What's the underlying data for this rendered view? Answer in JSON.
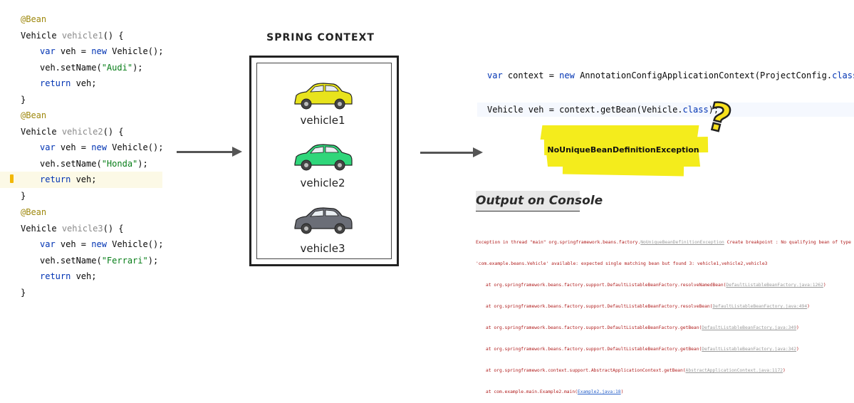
{
  "code_blocks": [
    {
      "annotation": "@Bean",
      "sig_type": "Vehicle",
      "method": "vehicle1",
      "sig_rest": "() {",
      "line_var_kw": "var",
      "line_var_mid": " veh = ",
      "line_var_new": "new",
      "line_var_end": " Vehicle();",
      "set_name_prefix": "veh.setName(",
      "set_name_value": "\"Audi\"",
      "set_name_suffix": ");",
      "return_kw": "return",
      "return_rest": " veh;",
      "close": "}"
    },
    {
      "annotation": "@Bean",
      "sig_type": "Vehicle",
      "method": "vehicle2",
      "sig_rest": "() {",
      "line_var_kw": "var",
      "line_var_mid": " veh = ",
      "line_var_new": "new",
      "line_var_end": " Vehicle();",
      "set_name_prefix": "veh.setName(",
      "set_name_value": "\"Honda\"",
      "set_name_suffix": ");",
      "return_kw": "return",
      "return_rest": " veh;",
      "close": "}"
    },
    {
      "annotation": "@Bean",
      "sig_type": "Vehicle",
      "method": "vehicle3",
      "sig_rest": "() {",
      "line_var_kw": "var",
      "line_var_mid": " veh = ",
      "line_var_new": "new",
      "line_var_end": " Vehicle();",
      "set_name_prefix": "veh.setName(",
      "set_name_value": "\"Ferrari\"",
      "set_name_suffix": ");",
      "return_kw": "return",
      "return_rest": " veh;",
      "close": "}"
    }
  ],
  "context": {
    "title": "SPRING CONTEXT",
    "beans": [
      {
        "label": "vehicle1",
        "color": "#e8e31c"
      },
      {
        "label": "vehicle2",
        "color": "#2fd67a"
      },
      {
        "label": "vehicle3",
        "color": "#6b6e77"
      }
    ]
  },
  "main_code": {
    "line1_kw": "var",
    "line1_mid": " context = ",
    "line1_new": "new",
    "line1_call": " AnnotationConfigApplicationContext(ProjectConfig.",
    "line1_cls": "class",
    "line1_end": ");",
    "line2_start": "Vehicle veh = context.getBean(Vehicle.",
    "line2_cls": "class",
    "line2_end": ");"
  },
  "exception_name": "NoUniqueBeanDefinitionException",
  "question_mark": "?",
  "console": {
    "title": "Output on Console",
    "line1_a": "Exception in thread \"main\" org.springframework.beans.factory.",
    "line1_link": "NoUniqueBeanDefinitionException",
    "line1_b": " Create breakpoint : No qualifying bean of type",
    "line2": "'com.example.beans.Vehicle' available: expected single matching bean but found 3: vehicle1,vehicle2,vehicle3",
    "frames": [
      {
        "text": "at org.springframework.beans.factory.support.DefaultListableBeanFactory.resolveNamedBean(",
        "loc": "DefaultListableBeanFactory.java:1262",
        "end": ")"
      },
      {
        "text": "at org.springframework.beans.factory.support.DefaultListableBeanFactory.resolveBean(",
        "loc": "DefaultListableBeanFactory.java:494",
        "end": ")"
      },
      {
        "text": "at org.springframework.beans.factory.support.DefaultListableBeanFactory.getBean(",
        "loc": "DefaultListableBeanFactory.java:349",
        "end": ")"
      },
      {
        "text": "at org.springframework.beans.factory.support.DefaultListableBeanFactory.getBean(",
        "loc": "DefaultListableBeanFactory.java:342",
        "end": ")"
      },
      {
        "text": "at org.springframework.context.support.AbstractApplicationContext.getBean(",
        "loc": "AbstractApplicationContext.java:1172",
        "end": ")"
      },
      {
        "text": "at com.example.main.Example2.main(",
        "loc": "Example2.java:18",
        "end": ")",
        "blue": true
      }
    ]
  }
}
